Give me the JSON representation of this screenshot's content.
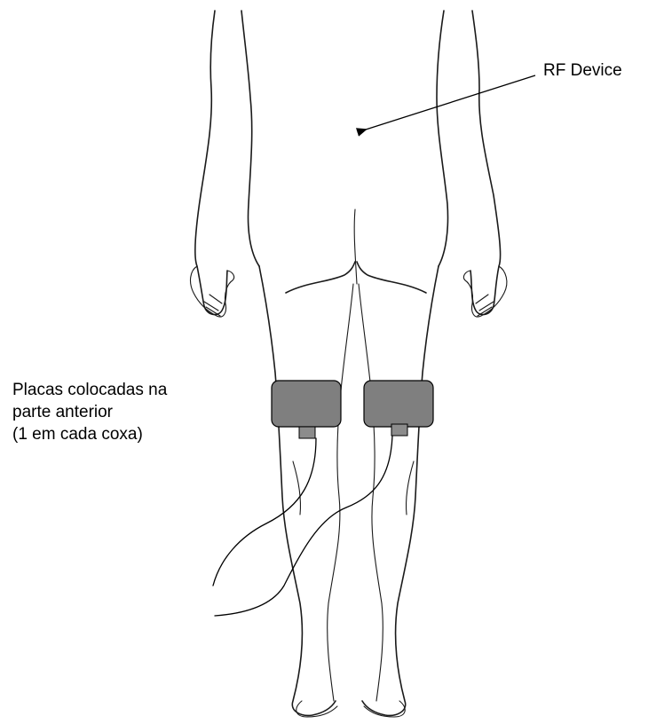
{
  "labels": {
    "rf_device": "RF Device",
    "placas": [
      "Placas colocadas na",
      "parte anterior",
      "(1 em cada coxa)"
    ]
  },
  "colors": {
    "pad_fill": "#7f7f7f",
    "connector_fill": "#8c8c8c",
    "line": "#1a1a1a"
  }
}
